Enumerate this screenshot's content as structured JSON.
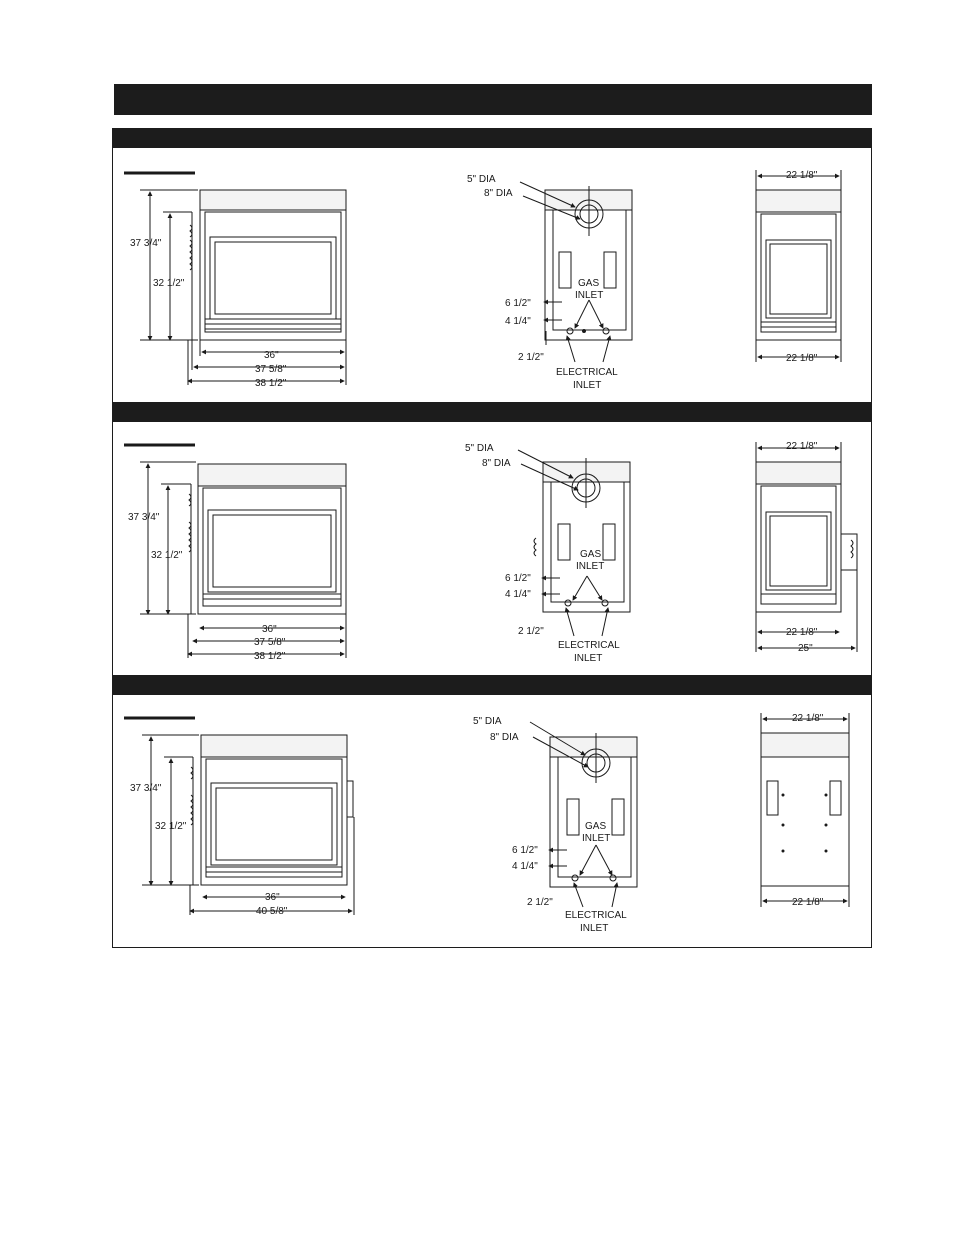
{
  "sections": [
    {
      "front": {
        "height_outer": "37 3/4\"",
        "height_inner": "32 1/2\"",
        "width_inner": "36\"",
        "width_mid": "37 5/8\"",
        "width_outer": "38 1/2\""
      },
      "top": {
        "dia_small": "5\" DIA",
        "dia_large": "8\" DIA",
        "gas_a": "GAS",
        "gas_b": "INLET",
        "off1": "6 1/2\"",
        "off2": "4 1/4\"",
        "off3": "2 1/2\"",
        "elec_a": "ELECTRICAL",
        "elec_b": "INLET"
      },
      "side": {
        "top_width": "22 1/8\"",
        "bottom_width": "22 1/8\""
      }
    },
    {
      "front": {
        "height_outer": "37 3/4\"",
        "height_inner": "32 1/2\"",
        "width_inner": "36\"",
        "width_mid": "37 5/8\"",
        "width_outer": "38 1/2\""
      },
      "top": {
        "dia_small": "5\" DIA",
        "dia_large": "8\" DIA",
        "gas_a": "GAS",
        "gas_b": "INLET",
        "off1": "6 1/2\"",
        "off2": "4 1/4\"",
        "off3": "2 1/2\"",
        "elec_a": "ELECTRICAL",
        "elec_b": "INLET"
      },
      "side": {
        "top_width": "22 1/8\"",
        "bottom_width": "22 1/8\"",
        "extra_width": "25\""
      }
    },
    {
      "front": {
        "height_outer": "37 3/4\"",
        "height_inner": "32 1/2\"",
        "width_inner": "36\"",
        "width_outer": "40 5/8\""
      },
      "top": {
        "dia_small": "5\" DIA",
        "dia_large": "8\" DIA",
        "gas_a": "GAS",
        "gas_b": "INLET",
        "off1": "6 1/2\"",
        "off2": "4 1/4\"",
        "off3": "2 1/2\"",
        "elec_a": "ELECTRICAL",
        "elec_b": "INLET"
      },
      "side": {
        "top_width": "22 1/8\"",
        "bottom_width": "22 1/8\""
      }
    }
  ]
}
